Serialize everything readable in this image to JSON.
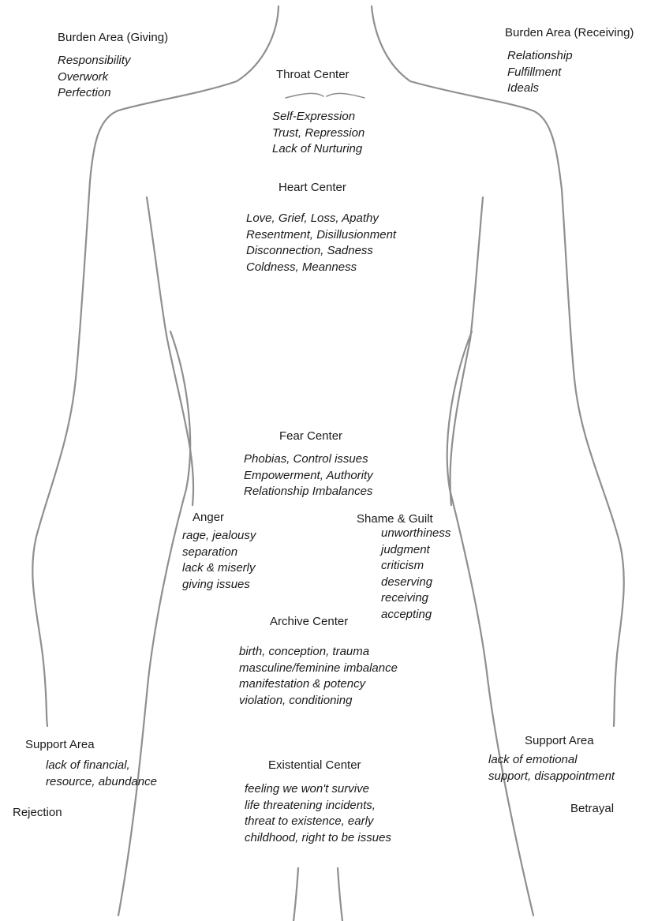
{
  "burden_giving": {
    "heading": "Burden Area (Giving)",
    "items": [
      "Responsibility",
      "Overwork",
      "Perfection"
    ]
  },
  "burden_receiving": {
    "heading": "Burden Area (Receiving)",
    "items": [
      "Relationship",
      "Fulfillment",
      "Ideals"
    ]
  },
  "throat": {
    "heading": "Throat Center",
    "items": [
      "Self-Expression",
      "Trust, Repression",
      "Lack of Nurturing"
    ]
  },
  "heart": {
    "heading": "Heart Center",
    "items": [
      "Love, Grief, Loss, Apathy",
      "Resentment, Disillusionment",
      "Disconnection, Sadness",
      "Coldness, Meanness"
    ]
  },
  "fear": {
    "heading": "Fear Center",
    "items": [
      "Phobias, Control issues",
      "Empowerment, Authority",
      "Relationship Imbalances"
    ]
  },
  "anger": {
    "heading": "Anger",
    "items": [
      "rage, jealousy",
      "separation",
      "lack & miserly",
      "giving issues"
    ]
  },
  "shame": {
    "heading": "Shame & Guilt",
    "items": [
      "unworthiness",
      "judgment",
      "criticism",
      "deserving",
      "receiving",
      "accepting"
    ]
  },
  "archive": {
    "heading": "Archive Center",
    "items": [
      "birth, conception, trauma",
      "masculine/feminine imbalance",
      "manifestation & potency",
      "violation, conditioning"
    ]
  },
  "support_left": {
    "heading": "Support Area",
    "items": [
      "lack of financial,",
      "resource, abundance"
    ]
  },
  "support_right": {
    "heading": "Support Area",
    "items": [
      "lack of emotional",
      "support, disappointment"
    ]
  },
  "existential": {
    "heading": "Existential Center",
    "items": [
      "feeling we won't survive",
      "life threatening incidents,",
      "threat to existence, early",
      "childhood, right to be issues"
    ]
  },
  "rejection": "Rejection",
  "betrayal": "Betrayal",
  "colors": {
    "outline": "#8f8f8f",
    "text": "#1a1a1a"
  }
}
